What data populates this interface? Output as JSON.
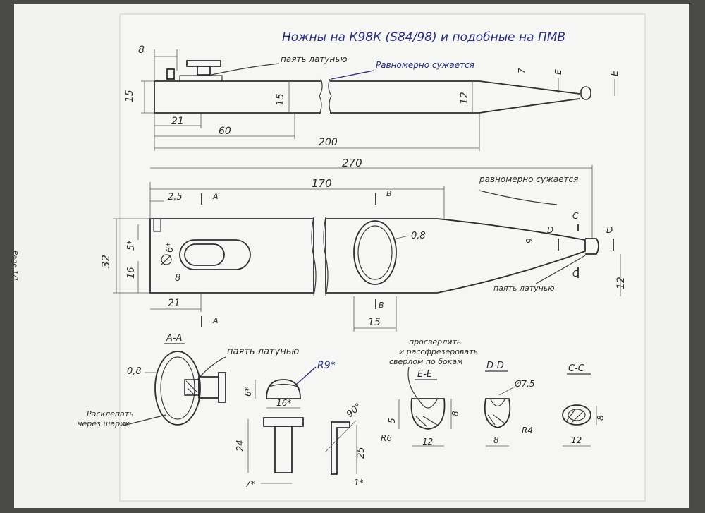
{
  "sheet_title": "Ножны на К98К (S84/98) и подобные на ПМВ",
  "page_label": "Page 1/1",
  "colors": {
    "paper": "#f2f2f0",
    "ink": "#2e2e2e",
    "pen_blue": "#2a2f7a",
    "margin": "#4a4a48"
  },
  "top_view": {
    "note_braze": "паять латунью",
    "note_taper": "Равномерно сужается",
    "dims": {
      "d8": "8",
      "d15_left": "15",
      "d15_mid": "15",
      "d12": "12",
      "d7": "7",
      "dE1": "E",
      "dE2": "E",
      "d21": "21",
      "d60": "60",
      "d200": "200"
    }
  },
  "side_view": {
    "note_taper": "равномерно сужается",
    "note_braze": "паять латунью",
    "dims": {
      "d270": "270",
      "d170": "170",
      "d2_5": "2,5",
      "d32": "32",
      "d5": "5*",
      "d6": "6*",
      "d16": "16",
      "d8": "8",
      "d21": "21",
      "d0_8": "0,8",
      "d15": "15",
      "d9": "9",
      "d12": "12"
    },
    "section_marks": {
      "A": "A",
      "B": "B",
      "C": "C",
      "D": "D"
    }
  },
  "section_aa": {
    "title": "A-A",
    "d0_8": "0,8",
    "note_braze": "паять латунью",
    "note_peen": "Расклепать через шарик",
    "dR9": "R9*",
    "d6": "6*",
    "d16": "16*",
    "d24": "24",
    "d7": "7*",
    "d90": "90°",
    "d25": "25",
    "d1": "1*"
  },
  "section_ee": {
    "title": "E-E",
    "note_drill": "просверлить и рассфрезеровать сверлом по бокам",
    "d5": "5",
    "d8": "8",
    "dR6": "R6",
    "d12": "12"
  },
  "section_dd": {
    "title": "D-D",
    "d7_5": "Ø7,5",
    "d8": "8",
    "dR4": "R4"
  },
  "section_cc": {
    "title": "C-C",
    "d8": "8",
    "d12": "12"
  }
}
